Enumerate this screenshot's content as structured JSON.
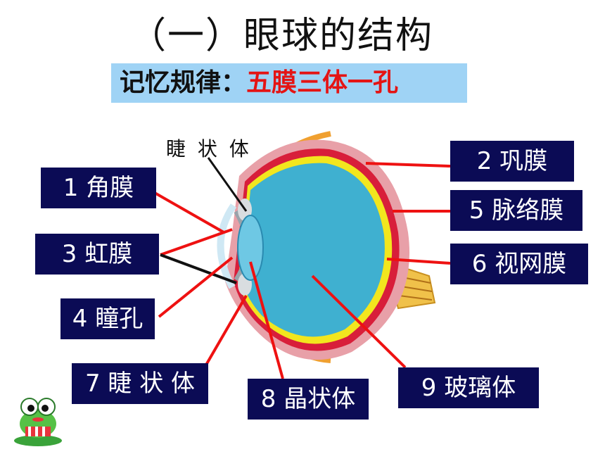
{
  "title": "（一）眼球的结构",
  "memory": {
    "lead": "记忆规律：",
    "rule": "五膜三体一孔"
  },
  "top_label": "睫 状 体",
  "labels": {
    "cornea": "1 角膜",
    "sclera": "2 巩膜",
    "iris": "3 虹膜",
    "pupil": "4 瞳孔",
    "choroid": "5 脉络膜",
    "retina": "6 视网膜",
    "ciliary": "7 睫 状 体",
    "lens": "8 晶状体",
    "vitreous": "9 玻璃体"
  },
  "colors": {
    "label_bg": "#0b0b55",
    "pointer": "#ee1111",
    "memo_bg": "#9fd3f5",
    "vitreous": "#3fb0d0",
    "sclera": "#e8a0a8",
    "choroid": "#d81e3a",
    "retina": "#f2e61e"
  }
}
